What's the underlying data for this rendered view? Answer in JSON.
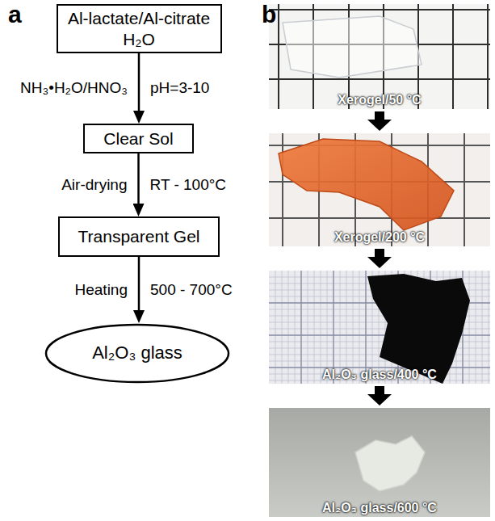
{
  "diagram": {
    "nodes": [
      {
        "text": [
          "Al-lactate/Al-citrate H₂O"
        ]
      },
      {
        "text": [
          "Clear Sol"
        ]
      },
      {
        "text": [
          "Transparent Gel"
        ]
      },
      {
        "text": [
          "Al₂O₃ glass"
        ]
      },
      {
        "text": [
          "Xerogel/50 °C"
        ]
      },
      {
        "text": [
          "Xerogel/200 °C"
        ]
      },
      {
        "text": [
          "Al₂O₃ glass/400 °C"
        ]
      },
      {
        "text": [
          "Al₂O₃ glass/600 °C"
        ]
      }
    ],
    "edges": [
      {
        "from": 0,
        "to": 1,
        "arrow": "to",
        "label": "NH₃•H₂O/HNO₃"
      },
      {
        "from": 1,
        "to": 2,
        "arrow": "to",
        "label": "Air-drying"
      },
      {
        "from": 2,
        "to": 3,
        "arrow": "to",
        "label": "Heating"
      },
      {
        "from": 4,
        "to": 5,
        "arrow": "to"
      },
      {
        "from": 5,
        "to": 6,
        "arrow": "to"
      },
      {
        "from": 6,
        "to": 7,
        "arrow": "to"
      }
    ],
    "labels": [
      "a",
      "b",
      "pH=3-10",
      "RT - 100°C",
      "500 - 700°C"
    ]
  }
}
